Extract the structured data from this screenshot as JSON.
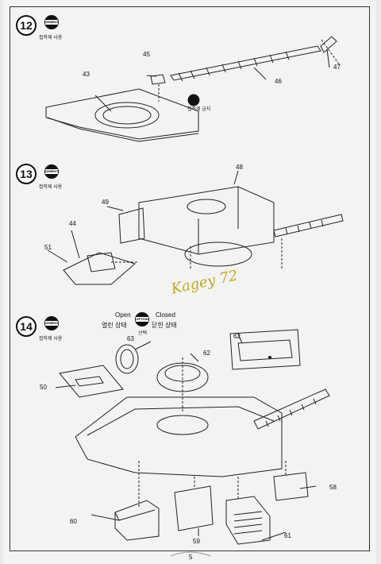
{
  "steps": [
    {
      "number": "12",
      "badge": "CEMENT",
      "caption": "접착제 사용"
    },
    {
      "number": "13",
      "badge": "CEMENT",
      "caption": "접착제 사용"
    },
    {
      "number": "14",
      "badge": "CEMENT",
      "caption": "접착제 사용"
    }
  ],
  "step12": {
    "callouts": [
      "43",
      "45",
      "46",
      "47"
    ],
    "cement_caption": "접착제 금지"
  },
  "step13": {
    "callouts": [
      "48",
      "49",
      "44",
      "51"
    ]
  },
  "step14": {
    "open_label": "Open",
    "open_label_kr": "열린 상태",
    "option_badge": "OPTION",
    "option_caption": "선택",
    "closed_label": "Closed",
    "closed_label_kr": "닫힌 상태",
    "callouts": [
      "63",
      "62",
      "50",
      "58",
      "60",
      "59",
      "61"
    ],
    "detail_callout": "62"
  },
  "watermark": "Kagey 72",
  "page_number": "5"
}
